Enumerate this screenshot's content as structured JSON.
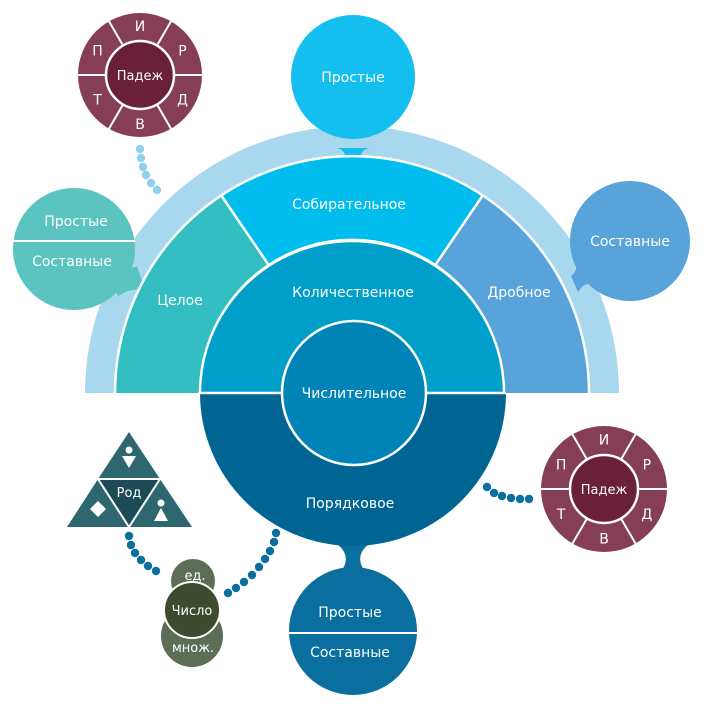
{
  "center": {
    "label": "Числительное",
    "color": "#0083B7"
  },
  "quantitative": {
    "label": "Количественное",
    "color": "#009FCA"
  },
  "ordinal": {
    "label": "Порядковое",
    "color": "#006593"
  },
  "fan_sectors": [
    {
      "label": "Целое",
      "color": "#33BFC1"
    },
    {
      "label": "Собирательное",
      "color": "#00BDEE"
    },
    {
      "label": "Дробное",
      "color": "#58A3DA"
    }
  ],
  "outer_ring": {
    "color": "#A8D8EE"
  },
  "bubbles": {
    "top": {
      "lines": [
        "Простые"
      ],
      "color": "#14BEEF"
    },
    "left": {
      "lines": [
        "Простые",
        "Составные"
      ],
      "color": "#5BC4C1"
    },
    "right": {
      "lines": [
        "Составные"
      ],
      "color": "#58A3DA"
    },
    "bottom": {
      "lines": [
        "Простые",
        "Составные"
      ],
      "color": "#0A6E9E"
    }
  },
  "case_wheels": [
    {
      "center_label": "Падеж",
      "segments": [
        "И",
        "Р",
        "Д",
        "В",
        "Т",
        "П"
      ],
      "outer_color": "#853E56",
      "inner_color": "#6A2039",
      "connector_color": "#8FD0EE"
    },
    {
      "center_label": "Падеж",
      "segments": [
        "И",
        "Р",
        "Д",
        "В",
        "Т",
        "П"
      ],
      "outer_color": "#853E56",
      "inner_color": "#6A2039",
      "connector_color": "#0A6E9E"
    }
  ],
  "gender": {
    "center_label": "Род",
    "outer_color": "#2F6770",
    "inner_color": "#1D4A57",
    "icons": [
      "masculine-icon",
      "neuter-icon",
      "feminine-icon"
    ]
  },
  "number": {
    "center_label": "Число",
    "top_label": "ед.",
    "bottom_label": "множ.",
    "outer_color": "#5C6E55",
    "inner_color": "#3E4A2C",
    "connector_color": "#0A6E9E"
  }
}
